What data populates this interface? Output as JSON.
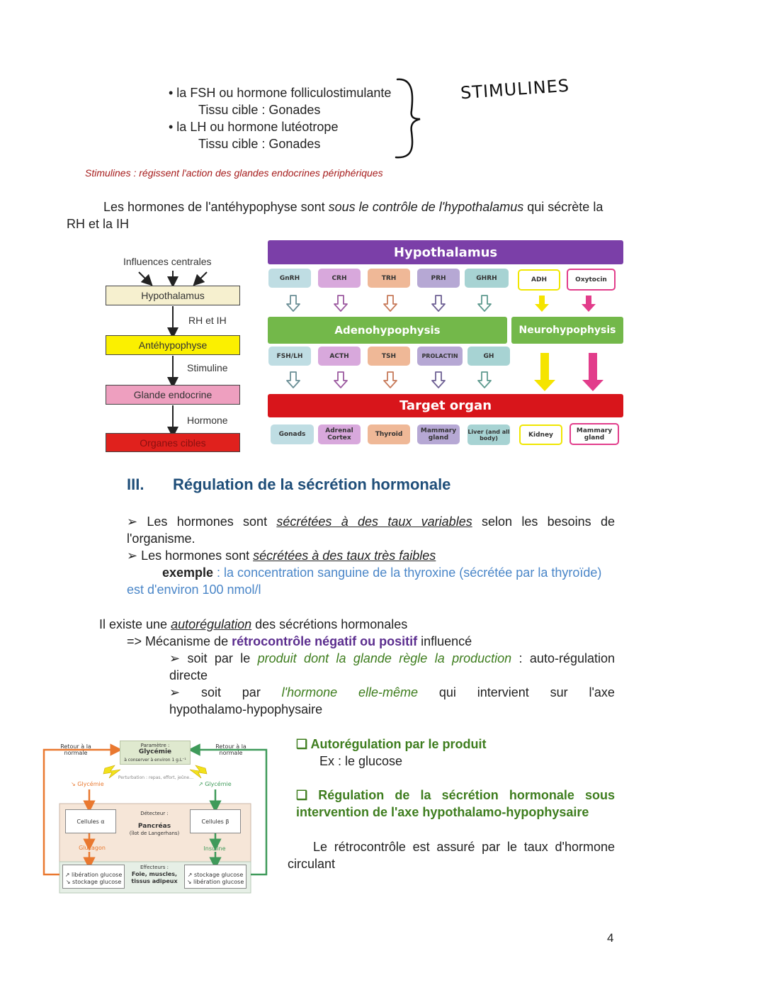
{
  "top_list": {
    "item1": "• la FSH ou hormone folliculostimulante",
    "item1_target": "Tissu cible : Gonades",
    "item2": "• la LH ou hormone lutéotrope",
    "item2_target": "Tissu cible : Gonades",
    "handwritten": "STIMULINES"
  },
  "note": "Stimulines : régissent l'action des glandes endocrines périphériques",
  "para1": {
    "before": "Les hormones de l'antéhypophyse sont ",
    "emph": "sous le contrôle de l'hypothalamus",
    "after": " qui sécrète la",
    "line2": "RH et la IH"
  },
  "flow": {
    "influences": "Influences centrales",
    "hypothalamus": "Hypothalamus",
    "rh_ih": "RH et IH",
    "antehypophyse": "Antéhypophyse",
    "stimuline": "Stimuline",
    "glande": "Glande endocrine",
    "hormone": "Hormone",
    "organes": "Organes cibles"
  },
  "axis": {
    "hypothalamus": "Hypothalamus",
    "releasing": [
      "GnRH",
      "CRH",
      "TRH",
      "PRH",
      "GHRH",
      "ADH",
      "Oxytocin"
    ],
    "adeno": "Adenohypophysis",
    "neuro": "Neurohypophysis",
    "anterior": [
      "FSH/LH",
      "ACTH",
      "TSH",
      "PROLACTIN",
      "GH"
    ],
    "target": "Target organ",
    "organs": [
      "Gonads",
      "Adrenal Cortex",
      "Thyroid",
      "Mammary gland",
      "Liver (and all body)",
      "Kidney",
      "Mammary gland"
    ],
    "colors": {
      "purple": "#7b3fa8",
      "green": "#73b84a",
      "red": "#d8151b"
    }
  },
  "section": {
    "number": "III.",
    "title": "Régulation de la sécrétion hormonale"
  },
  "bullets": {
    "b1_pre": "➢ Les hormones sont ",
    "b1_emph": "sécrétées à des taux variables",
    "b1_post": " selon les besoins de",
    "b1_line2": "l'organisme.",
    "b2_pre": "➢ Les hormones sont ",
    "b2_emph": "sécrétées à des taux très faibles",
    "ex_label": "exemple",
    "ex_text": " : la concentration sanguine de la thyroxine (sécrétée par la thyroïde)",
    "ex_line2": "est d'environ 100 nmol/l"
  },
  "auto": {
    "pre": "Il existe une ",
    "emph": "autorégulation",
    "post": " des sécrétions hormonales",
    "mech_pre": "=> Mécanisme de ",
    "mech_bold": "rétrocontrôle négatif ou positif",
    "mech_post": " influencé",
    "s1_pre": "➢ soit par le ",
    "s1_green": "produit dont la glande règle la production",
    "s1_post": " : auto-régulation",
    "s1_line2": "directe",
    "s2_w1": "➢",
    "s2_w2": "soit",
    "s2_w3": "par",
    "s2_w4": "l'hormone",
    "s2_w5": "elle-même",
    "s2_w6": "qui",
    "s2_w7": "intervient",
    "s2_w8": "sur",
    "s2_w9": "l'axe",
    "s2_line2": "hypothalamo-hypophysaire"
  },
  "glyc": {
    "retour_l": "Retour à la normale",
    "retour_r": "Retour à la normale",
    "param": "Paramètre :",
    "glycemie": "Glycémie",
    "conserver": "à conserver à environ 1 g.L⁻¹",
    "perturbation": "Perturbation : repas, effort, jeûne…",
    "down": "↘ Glycémie",
    "up": "↗ Glycémie",
    "cell_a": "Cellules α",
    "cell_b": "Cellules β",
    "detecteur": "Détecteur :",
    "pancreas": "Pancréas",
    "ilot": "(îlot de Langerhans)",
    "glucagon": "Glucagon",
    "insuline": "Insuline",
    "eff_l1": "↗ libération glucose",
    "eff_l2": "↘ stockage glucose",
    "effecteurs": "Effecteurs :",
    "eff_c1": "Foie, muscles,",
    "eff_c2": "tissus adipeux",
    "eff_r1": "↗ stockage glucose",
    "eff_r2": "↘ libération glucose"
  },
  "right": {
    "h1": "❑ Autorégulation par le produit",
    "ex": "Ex : le glucose",
    "h2_line1": "❑ Régulation de la sécrétion hormonale sous",
    "h2_line2": "intervention de l'axe hypothalamo-hypophysaire",
    "p_line1": "Le rétrocontrôle est assuré par le taux d'hormone",
    "p_line2": "circulant"
  },
  "page_number": "4"
}
